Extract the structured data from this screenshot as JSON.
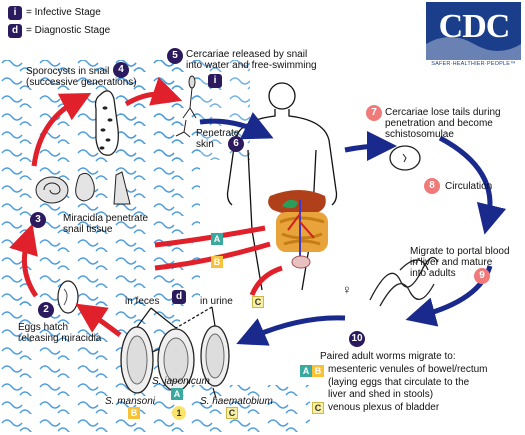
{
  "legend": {
    "infective_badge": "i",
    "infective_label": "= Infective Stage",
    "diagnostic_badge": "d",
    "diagnostic_label": "= Diagnostic Stage"
  },
  "logo": {
    "text": "CDC",
    "tagline": "SAFER·HEALTHIER·PEOPLE™"
  },
  "steps": {
    "s1": {
      "num": "1"
    },
    "s2": {
      "num": "2",
      "text": [
        "Eggs hatch",
        "releasing miracidia"
      ]
    },
    "s3": {
      "num": "3",
      "text": [
        "Miracidia penetrate",
        "snail tissue"
      ]
    },
    "s4": {
      "num": "4",
      "text": [
        "Sporocysts in snail",
        "(successive generations)"
      ]
    },
    "s5": {
      "num": "5",
      "text": [
        "Cercariae released by snail",
        "into water and free-swimming"
      ]
    },
    "s6": {
      "num": "6",
      "text": [
        "Penetrate",
        "skin"
      ]
    },
    "s7": {
      "num": "7",
      "text": [
        "Cercariae lose tails during",
        "penetration and become",
        "schistosomulae"
      ]
    },
    "s8": {
      "num": "8",
      "text": "Circulation"
    },
    "s9": {
      "num": "9",
      "text": [
        "Migrate to portal blood",
        "in liver and mature",
        "into adults"
      ]
    },
    "s10": {
      "num": "10",
      "text": [
        "Paired adult worms migrate to:",
        "mesenteric venules of bowel/rectum",
        "(laying eggs that circulate to the",
        "liver and shed in stools)",
        "venous plexus of bladder"
      ]
    }
  },
  "eggs": {
    "in_feces": "in feces",
    "in_urine": "in urine",
    "mansoni": "S. mansoni",
    "japonicum": "S. japonicum",
    "haematobium": "S. haematobium"
  },
  "tags": {
    "A": "A",
    "B": "B",
    "C": "C"
  },
  "sex_symbols": {
    "male": "♂",
    "female": "♀"
  },
  "colors": {
    "dark_badge": "#2b1b5e",
    "red_badge": "#f07a7a",
    "red_arrow": "#e0202a",
    "blue_arrow": "#1a2a8c",
    "water": "#4a9be0",
    "cdc_blue": "#1a3e8a"
  }
}
